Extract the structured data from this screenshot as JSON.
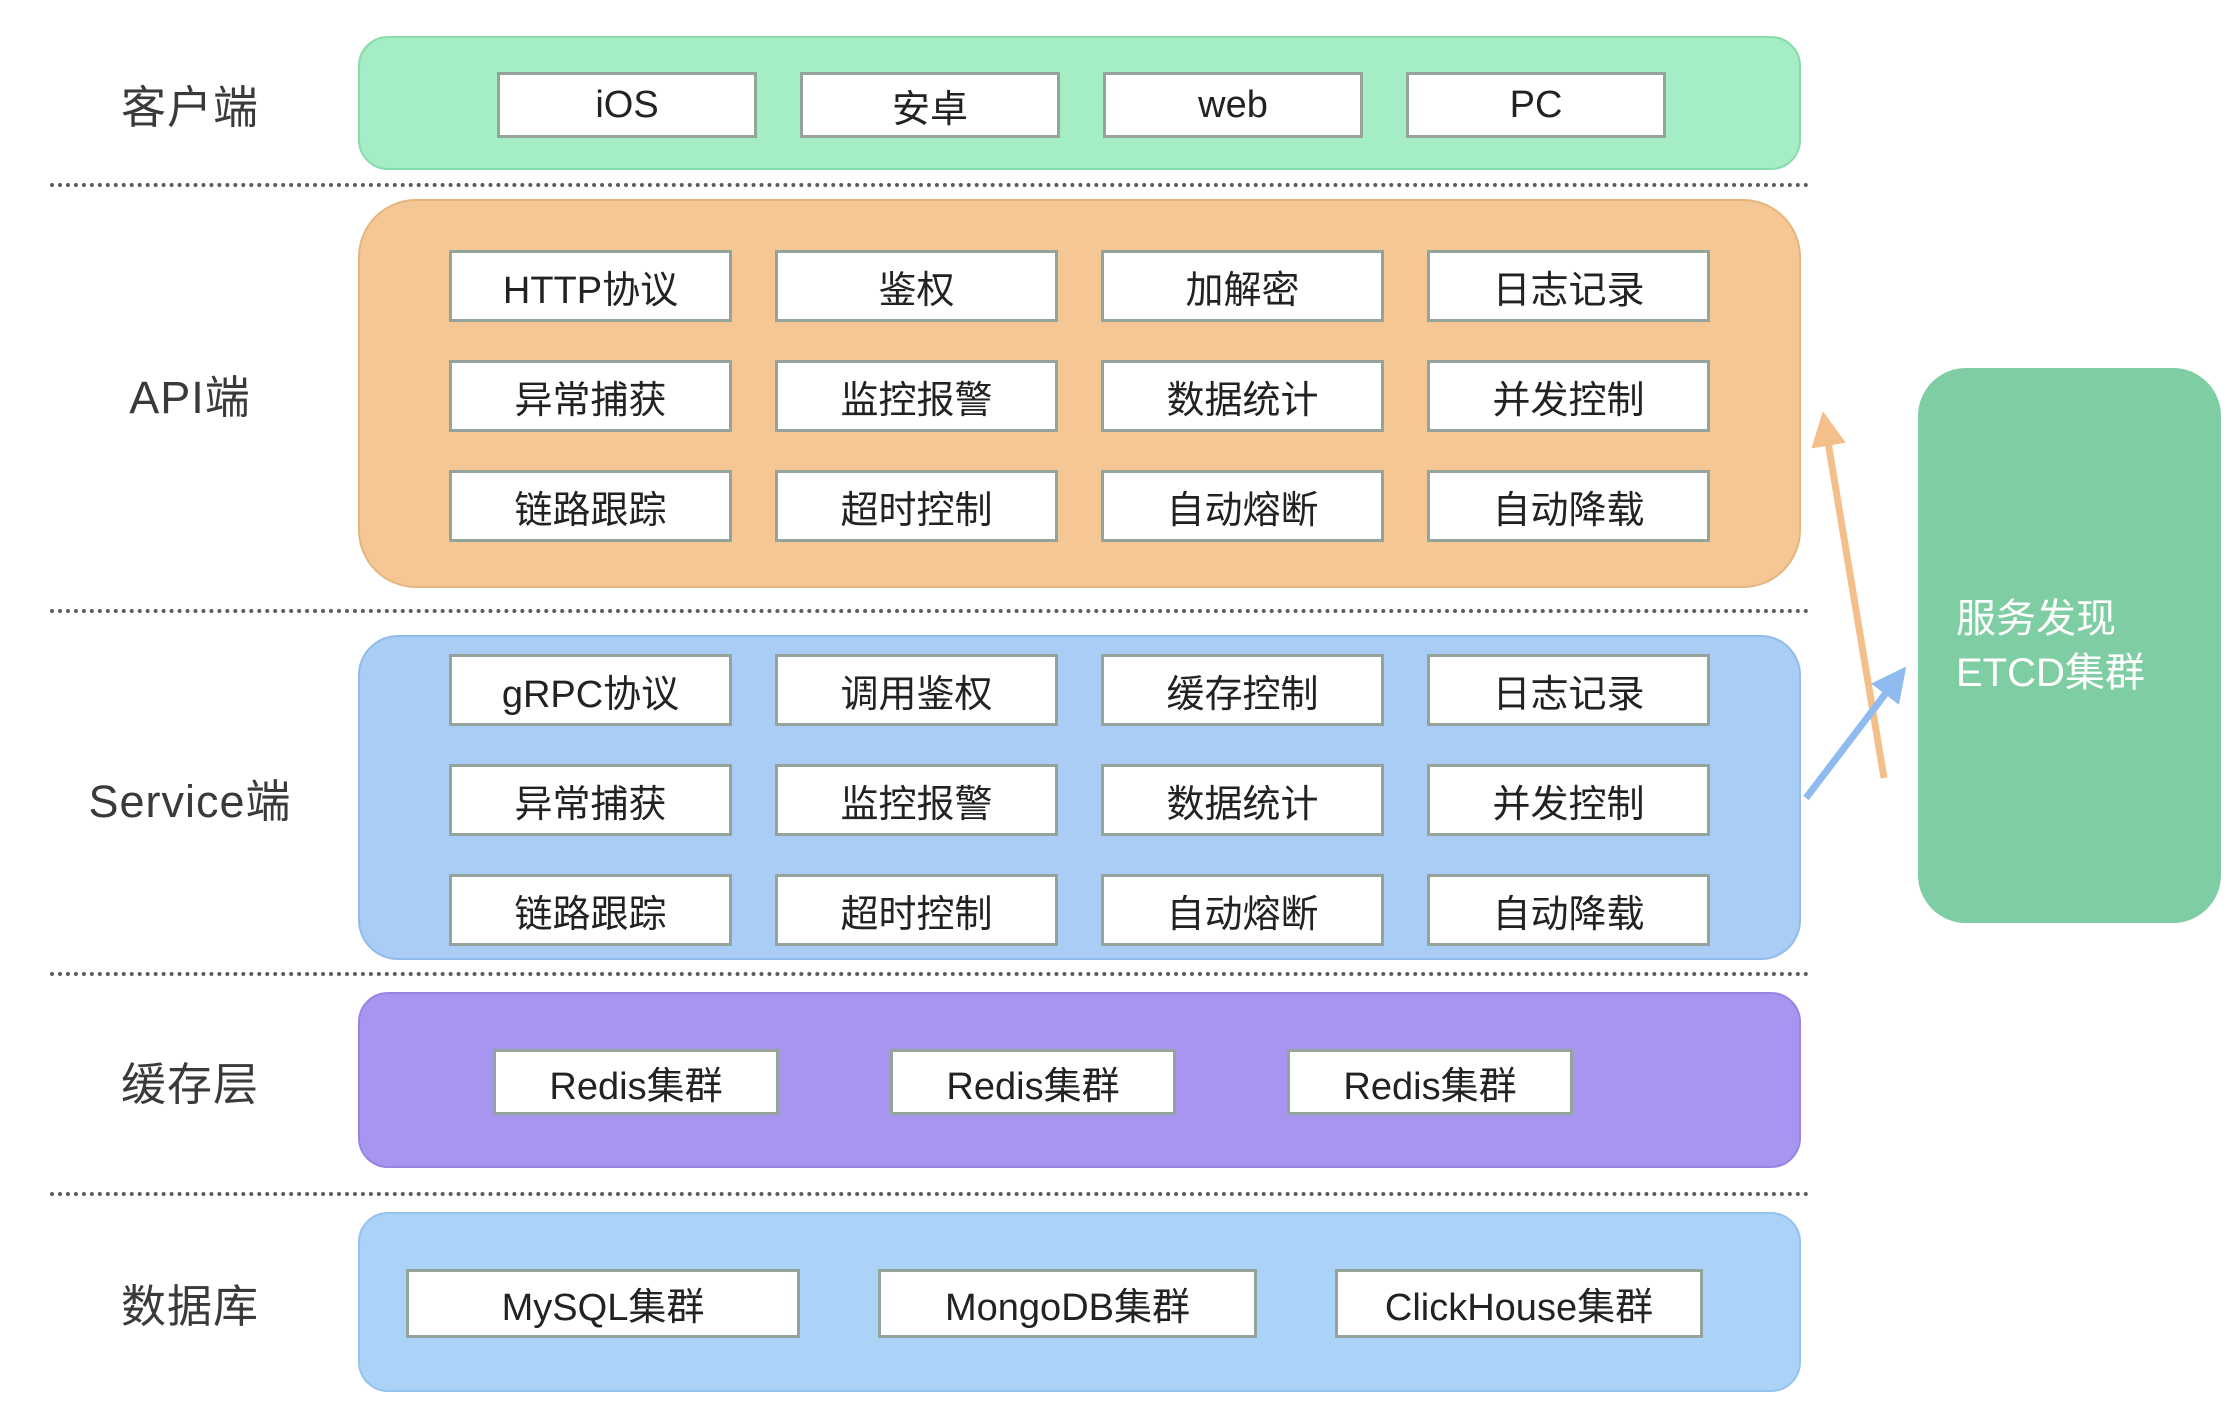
{
  "layers": {
    "client": {
      "label": "客户端",
      "items": [
        "iOS",
        "安卓",
        "web",
        "PC"
      ]
    },
    "api": {
      "label": "API端",
      "cells": [
        [
          "HTTP协议",
          "鉴权",
          "加解密",
          "日志记录"
        ],
        [
          "异常捕获",
          "监控报警",
          "数据统计",
          "并发控制"
        ],
        [
          "链路跟踪",
          "超时控制",
          "自动熔断",
          "自动降载"
        ]
      ]
    },
    "service": {
      "label": "Service端",
      "cells": [
        [
          "gRPC协议",
          "调用鉴权",
          "缓存控制",
          "日志记录"
        ],
        [
          "异常捕获",
          "监控报警",
          "数据统计",
          "并发控制"
        ],
        [
          "链路跟踪",
          "超时控制",
          "自动熔断",
          "自动降载"
        ]
      ]
    },
    "cache": {
      "label": "缓存层",
      "items": [
        "Redis集群",
        "Redis集群",
        "Redis集群"
      ]
    },
    "database": {
      "label": "数据库",
      "items": [
        "MySQL集群",
        "MongoDB集群",
        "ClickHouse集群"
      ]
    }
  },
  "service_discovery": {
    "line1": "服务发现",
    "line2": "ETCD集群"
  },
  "colors": {
    "client_bg": "#A4EDC5",
    "api_bg": "#F4C795",
    "service_bg": "#A9CDF5",
    "cache_bg": "#A795F0",
    "database_bg": "#ABD2F7",
    "etcd_bg": "#7FCDA2",
    "arrow_orange": "#F5BF8B",
    "arrow_blue": "#8FBBEF",
    "cell_border": "#95A49A"
  }
}
